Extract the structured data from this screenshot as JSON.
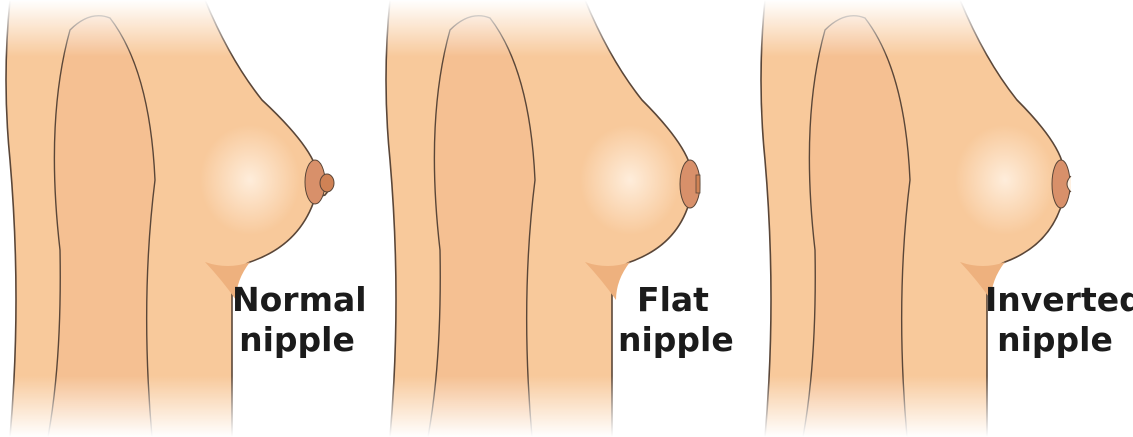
{
  "panels": [
    {
      "id": "normal",
      "line1": "Normal",
      "line2": "nipple",
      "nipple_type": "normal"
    },
    {
      "id": "flat",
      "line1": "Flat",
      "line2": "nipple",
      "nipple_type": "flat"
    },
    {
      "id": "inverted",
      "line1": "Inverted",
      "line2": "nipple",
      "nipple_type": "inverted"
    }
  ],
  "colors": {
    "skin": "#f8c99b",
    "skin_shadow": "#eeb17e",
    "areola": "#d8906a",
    "nipple": "#cf8255",
    "outline": "#5a4638",
    "highlight": "#fff1e2",
    "background": "#ffffff",
    "label_text": "#1b1b1b"
  }
}
